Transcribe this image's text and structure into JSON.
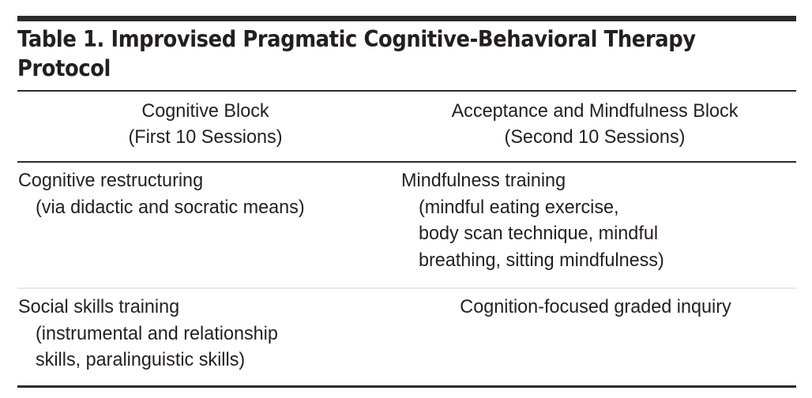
{
  "document": {
    "type": "academic-table",
    "title": "Table 1. Improvised Pragmatic Cognitive-Behavioral Therapy Protocol",
    "title_lines": [
      "Table 1. Improvised Pragmatic Cognitive-Behavioral Therapy",
      "Protocol"
    ]
  },
  "table": {
    "columns": [
      {
        "key": "cognitive_block",
        "header_lines": [
          "Cognitive Block",
          "(First 10 Sessions)"
        ],
        "header_text": "Cognitive Block (First 10 Sessions)",
        "align": "center"
      },
      {
        "key": "acceptance_mindfulness_block",
        "header_lines": [
          "Acceptance and Mindfulness Block",
          "(Second 10 Sessions)"
        ],
        "header_text": "Acceptance and Mindfulness Block (Second 10 Sessions)",
        "align": "center"
      }
    ],
    "rows": [
      {
        "cells": [
          {
            "text": "Cognitive restructuring (via didactic and socratic means)",
            "lines": [
              {
                "text": "Cognitive restructuring",
                "indent": false
              },
              {
                "text": "(via didactic and socratic means)",
                "indent": true
              }
            ]
          },
          {
            "text": "Mindfulness training (mindful eating exercise, body scan technique, mindful breathing, sitting mindfulness)",
            "lines": [
              {
                "text": "Mindfulness training",
                "indent": false
              },
              {
                "text": "(mindful eating exercise,",
                "indent": true
              },
              {
                "text": "body scan technique, mindful",
                "indent": true
              },
              {
                "text": "breathing, sitting mindfulness)",
                "indent": true
              }
            ]
          }
        ]
      },
      {
        "cells": [
          {
            "text": "Social skills training (instrumental and relationship skills, paralinguistic skills)",
            "lines": [
              {
                "text": "Social skills training",
                "indent": false
              },
              {
                "text": "(instrumental and relationship",
                "indent": true
              },
              {
                "text": "skills, paralinguistic skills)",
                "indent": true
              }
            ]
          },
          {
            "text": "Cognition-focused graded inquiry",
            "centered": true,
            "lines": [
              {
                "text": "Cognition-focused graded inquiry",
                "indent": false
              }
            ]
          }
        ]
      }
    ]
  },
  "style": {
    "text_color": "#231f20",
    "rule_color": "#2b2b2b",
    "row_separator_color": "#e9e9e9",
    "background": "#ffffff"
  }
}
